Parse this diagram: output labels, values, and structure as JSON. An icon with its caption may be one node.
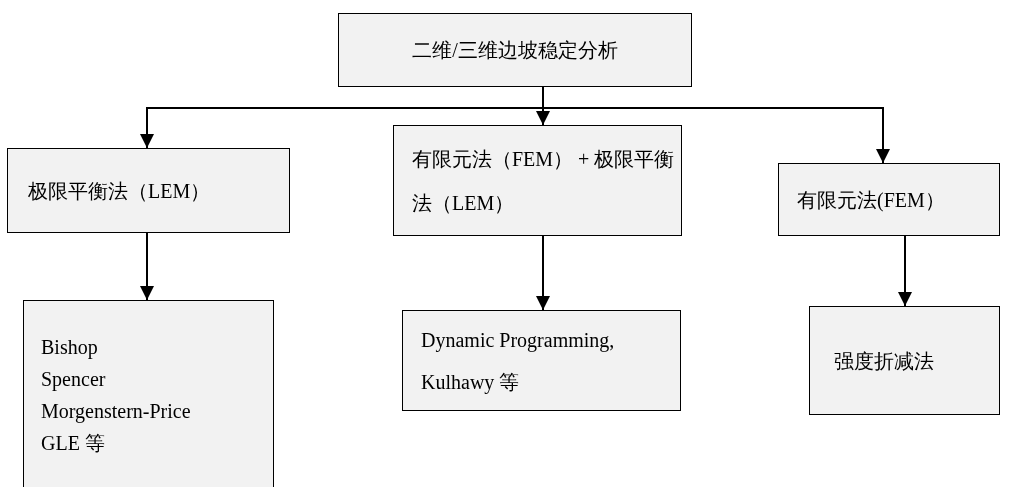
{
  "diagram": {
    "nodes": [
      {
        "text": [
          "二维/三维边坡稳定分析"
        ]
      },
      {
        "text": [
          "极限平衡法（LEM）"
        ]
      },
      {
        "text": [
          "有限元法（FEM） + 极限平衡法（LEM）"
        ]
      },
      {
        "text": [
          "有限元法(FEM）"
        ]
      },
      {
        "text": [
          "Bishop",
          "Spencer",
          "Morgenstern-Price",
          "GLE 等"
        ]
      },
      {
        "text": [
          "Dynamic Programming, Kulhawy 等"
        ]
      },
      {
        "text": [
          "强度折减法"
        ]
      }
    ],
    "edges": [
      {
        "from": 0,
        "to": 1,
        "arrow": "to"
      },
      {
        "from": 0,
        "to": 2,
        "arrow": "to"
      },
      {
        "from": 0,
        "to": 3,
        "arrow": "to"
      },
      {
        "from": 1,
        "to": 4,
        "arrow": "to"
      },
      {
        "from": 2,
        "to": 5,
        "arrow": "to"
      },
      {
        "from": 3,
        "to": 6,
        "arrow": "to"
      }
    ]
  }
}
